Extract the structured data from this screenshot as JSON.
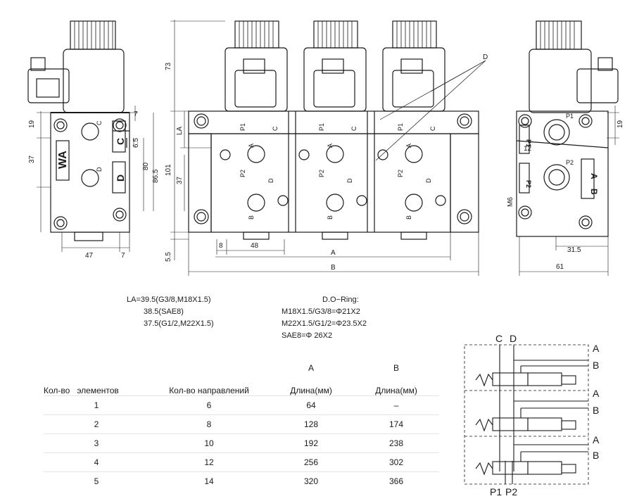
{
  "dimensions": {
    "left_view": [
      "19",
      "37",
      "47",
      "7",
      "7"
    ],
    "front_view": [
      "73",
      "LA",
      "101",
      "37",
      "5.5",
      "8",
      "48",
      "A",
      "B",
      "D",
      "6.5",
      "80",
      "86.5"
    ],
    "right_view": [
      "19",
      "12",
      "M6",
      "31.5",
      "61"
    ]
  },
  "body_markings": {
    "left": [
      "WA",
      "C",
      "D",
      "C",
      "D"
    ],
    "front_ports": [
      "A",
      "B",
      "P1",
      "P2",
      "C",
      "D"
    ],
    "right": [
      "P1",
      "P2",
      "P1",
      "P2",
      "A",
      "B"
    ]
  },
  "la_notes": {
    "line1": "LA=39.5(G3/8,M18X1.5)",
    "line2": "38.5(SAE8)",
    "line3": "37.5(G1/2,M22X1.5)"
  },
  "oring_notes": {
    "title": "D.O−Ring:",
    "line1": "M18X1.5/G3/8=Φ21X2",
    "line2": "M22X1.5/G1/2=Φ23.5X2",
    "line3": "SAE8=Φ 26X2"
  },
  "table": {
    "col_letters": [
      "A",
      "B"
    ],
    "headers": {
      "elements": "Кол-во   элементов",
      "directions": "Кол-во направлений",
      "len_a": "Длина(мм)",
      "len_b": "Длина(мм)"
    },
    "rows": [
      {
        "elements": "1",
        "directions": "6",
        "a": "64",
        "b": "–"
      },
      {
        "elements": "2",
        "directions": "8",
        "a": "128",
        "b": "174"
      },
      {
        "elements": "3",
        "directions": "10",
        "a": "192",
        "b": "238"
      },
      {
        "elements": "4",
        "directions": "12",
        "a": "256",
        "b": "302"
      },
      {
        "elements": "5",
        "directions": "14",
        "a": "320",
        "b": "366"
      }
    ]
  },
  "schematic": {
    "top_labels": [
      "C",
      "D"
    ],
    "side_labels": [
      "A",
      "B",
      "A",
      "B",
      "A",
      "B"
    ],
    "bottom_labels": [
      "P1",
      "P2"
    ]
  }
}
